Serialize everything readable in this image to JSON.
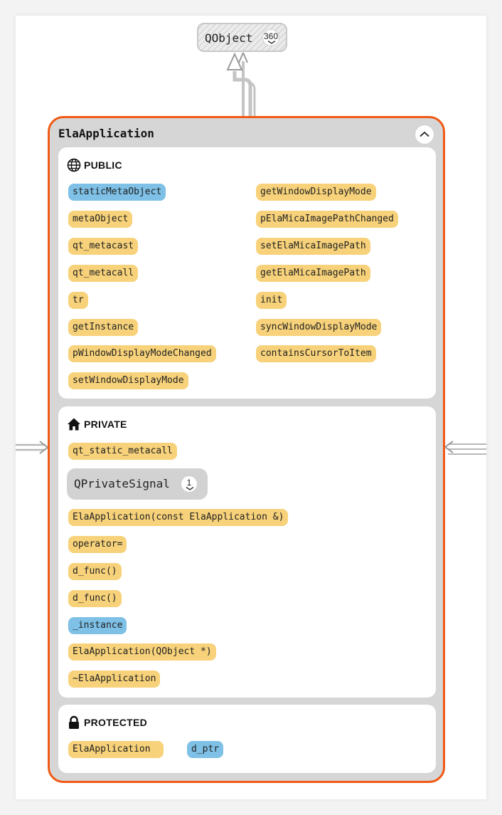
{
  "base_class": {
    "name": "QObject",
    "count": "360"
  },
  "class": {
    "name": "ElaApplication"
  },
  "sections": {
    "public": {
      "title": "PUBLIC",
      "icon": "globe-icon",
      "left": [
        {
          "label": "staticMetaObject",
          "kind": "variable"
        },
        {
          "label": "metaObject",
          "kind": "function"
        },
        {
          "label": "qt_metacast",
          "kind": "function"
        },
        {
          "label": "qt_metacall",
          "kind": "function"
        },
        {
          "label": "tr",
          "kind": "function"
        },
        {
          "label": "getInstance",
          "kind": "function"
        },
        {
          "label": "pWindowDisplayModeChanged",
          "kind": "function"
        },
        {
          "label": "setWindowDisplayMode",
          "kind": "function"
        }
      ],
      "right": [
        {
          "label": "getWindowDisplayMode",
          "kind": "function"
        },
        {
          "label": "pElaMicaImagePathChanged",
          "kind": "function"
        },
        {
          "label": "setElaMicaImagePath",
          "kind": "function"
        },
        {
          "label": "getElaMicaImagePath",
          "kind": "function"
        },
        {
          "label": "init",
          "kind": "function"
        },
        {
          "label": "syncWindowDisplayMode",
          "kind": "function"
        },
        {
          "label": "containsCursorToItem",
          "kind": "function"
        }
      ]
    },
    "private": {
      "title": "PRIVATE",
      "icon": "home-icon",
      "first": {
        "label": "qt_static_metacall",
        "kind": "function"
      },
      "inner_class": {
        "name": "QPrivateSignal",
        "count": "1"
      },
      "items": [
        {
          "label": "ElaApplication(const ElaApplication &)",
          "kind": "function"
        },
        {
          "label": "operator=",
          "kind": "function"
        },
        {
          "label": "d_func()",
          "kind": "function"
        },
        {
          "label": "d_func()",
          "kind": "function"
        },
        {
          "label": "_instance",
          "kind": "variable"
        },
        {
          "label": "ElaApplication(QObject *)",
          "kind": "function"
        },
        {
          "label": "~ElaApplication",
          "kind": "function"
        }
      ]
    },
    "protected": {
      "title": "PROTECTED",
      "icon": "lock-icon",
      "items": [
        {
          "label": "ElaApplication",
          "kind": "function"
        },
        {
          "label": "d_ptr",
          "kind": "variable"
        }
      ]
    }
  },
  "colors": {
    "function": "#f7d27a",
    "variable": "#7ec0e6",
    "focus_border": "#f05a14",
    "node_background": "#d6d6d6"
  }
}
